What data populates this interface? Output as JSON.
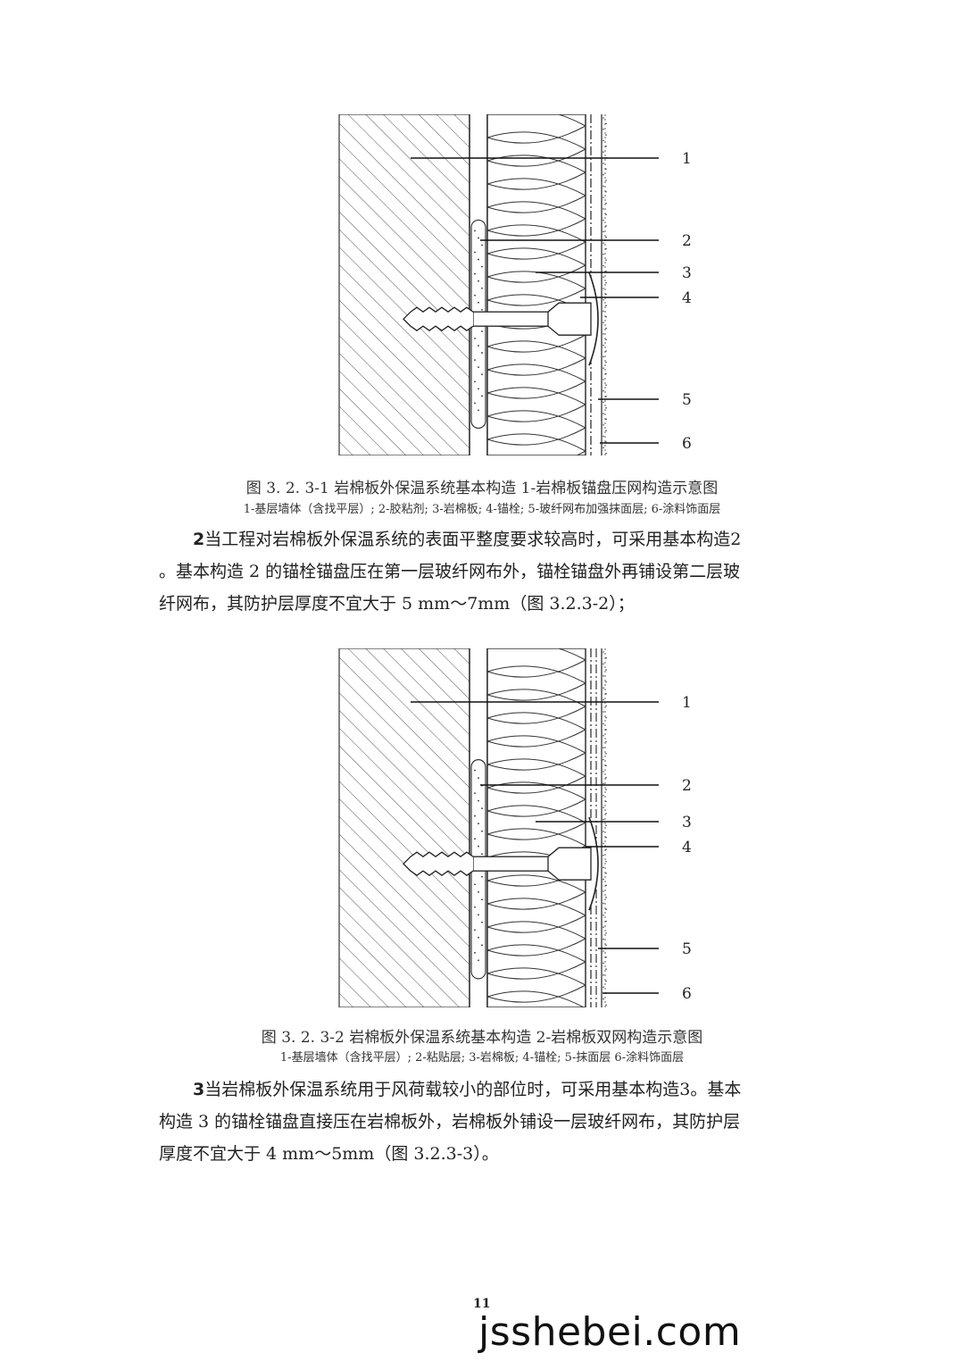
{
  "figure1": {
    "callouts": [
      "1",
      "2",
      "3",
      "4",
      "5",
      "6"
    ],
    "caption": "图 3. 2. 3-1  岩棉板外保温系统基本构造 1-岩棉板锚盘压网构造示意图",
    "legend": "1-基层墙体（含找平层）; 2-胶粘剂; 3-岩棉板; 4-锚栓; 5-玻纤网布加强抹面层; 6-涂料饰面层"
  },
  "para2": {
    "num": "2",
    "line1": "当工程对岩棉板外保温系统的表面平整度要求较高时，可采用基本构造2",
    "line2": "。基本构造 2 的锚栓锚盘压在第一层玻纤网布外，锚栓锚盘外再铺设第二层玻",
    "line3": "纤网布，其防护层厚度不宜大于 5 mm～7mm（图 3.2.3-2）；"
  },
  "figure2": {
    "callouts": [
      "1",
      "2",
      "3",
      "4",
      "5",
      "6"
    ],
    "caption": "图 3. 2. 3-2 岩棉板外保温系统基本构造 2-岩棉板双网构造示意图",
    "legend": "1-基层墙体（含找平层）; 2-粘贴层; 3-岩棉板; 4-锚栓; 5-抹面层   6-涂料饰面层"
  },
  "para3": {
    "num": "3",
    "line1": "当岩棉板外保温系统用于风荷载较小的部位时，可采用基本构造3。基本",
    "line2": "构造 3 的锚栓锚盘直接压在岩棉板外，岩棉板外铺设一层玻纤网布，其防护层",
    "line3": "厚度不宜大于 4 mm～5mm（图 3.2.3-3）。"
  },
  "footer": {
    "page_number": "11",
    "watermark": "jsshebei.com"
  }
}
